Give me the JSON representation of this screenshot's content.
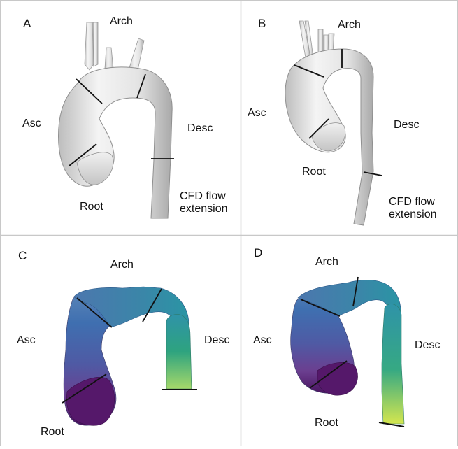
{
  "colors": {
    "grid_line": "#c8c8c8",
    "vessel_gray_light": "#f4f4f4",
    "vessel_gray_dark": "#bdbdbd",
    "section_line": "#111111",
    "viridis_dark_purple": "#5b1a6b",
    "viridis_blue": "#3f5fa8",
    "viridis_teal": "#2a8a9a",
    "viridis_green": "#43b37a",
    "viridis_yellow": "#c7e25a"
  },
  "panels": [
    {
      "letter": "A",
      "labels": {
        "arch": "Arch",
        "asc": "Asc",
        "desc": "Desc",
        "root": "Root",
        "extension": "CFD flow\nextension"
      }
    },
    {
      "letter": "B",
      "labels": {
        "arch": "Arch",
        "asc": "Asc",
        "desc": "Desc",
        "root": "Root",
        "extension": "CFD flow\nextension"
      }
    },
    {
      "letter": "C",
      "labels": {
        "arch": "Arch",
        "asc": "Asc",
        "desc": "Desc",
        "root": "Root"
      }
    },
    {
      "letter": "D",
      "labels": {
        "arch": "Arch",
        "asc": "Asc",
        "desc": "Desc",
        "root": "Root"
      }
    }
  ]
}
